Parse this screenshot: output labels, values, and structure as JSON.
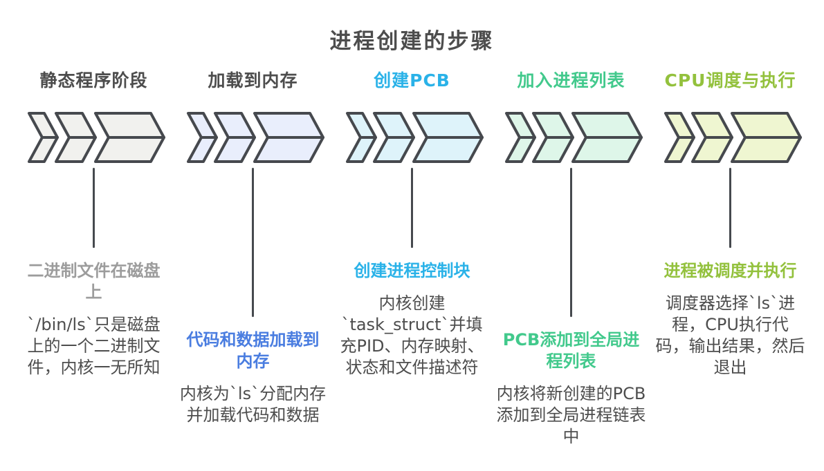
{
  "title": "进程创建的步骤",
  "colors": {
    "background": "#ffffff",
    "outline_stroke": "#46494e",
    "body_text": "#4d4d4d"
  },
  "steps": [
    {
      "header": "静态程序阶段",
      "event": "二进制文件在磁盘上",
      "description": "`/bin/ls`只是磁盘上的一个二进制文件，内核一无所知",
      "colors": {
        "header": "#4d4d4d",
        "event": "#9c9c9c",
        "chevron_fill": "#f1f1ee"
      }
    },
    {
      "header": "加载到内存",
      "event": "代码和数据加载到内存",
      "description": "内核为`ls`分配内存并加载代码和数据",
      "colors": {
        "header": "#4d4d4d",
        "event": "#4a7de0",
        "chevron_fill": "#e9eefc"
      }
    },
    {
      "header": "创建PCB",
      "event": "创建进程控制块",
      "description": "内核创建`task_struct`并填充PID、内存映射、状态和文件描述符",
      "colors": {
        "header": "#2ab2e8",
        "event": "#2ab2e8",
        "chevron_fill": "#def3fa"
      }
    },
    {
      "header": "加入进程列表",
      "event": "PCB添加到全局进程列表",
      "description": "内核将新创建的PCB添加到全局进程链表中",
      "colors": {
        "header": "#42c98c",
        "event": "#42c98c",
        "chevron_fill": "#def6e9"
      }
    },
    {
      "header": "CPU调度与执行",
      "event": "进程被调度并执行",
      "description": "调度器选择`ls`进程，CPU执行代码，输出结果，然后退出",
      "colors": {
        "header": "#93c13d",
        "event": "#93c13d",
        "chevron_fill": "#eff6d1"
      }
    }
  ]
}
